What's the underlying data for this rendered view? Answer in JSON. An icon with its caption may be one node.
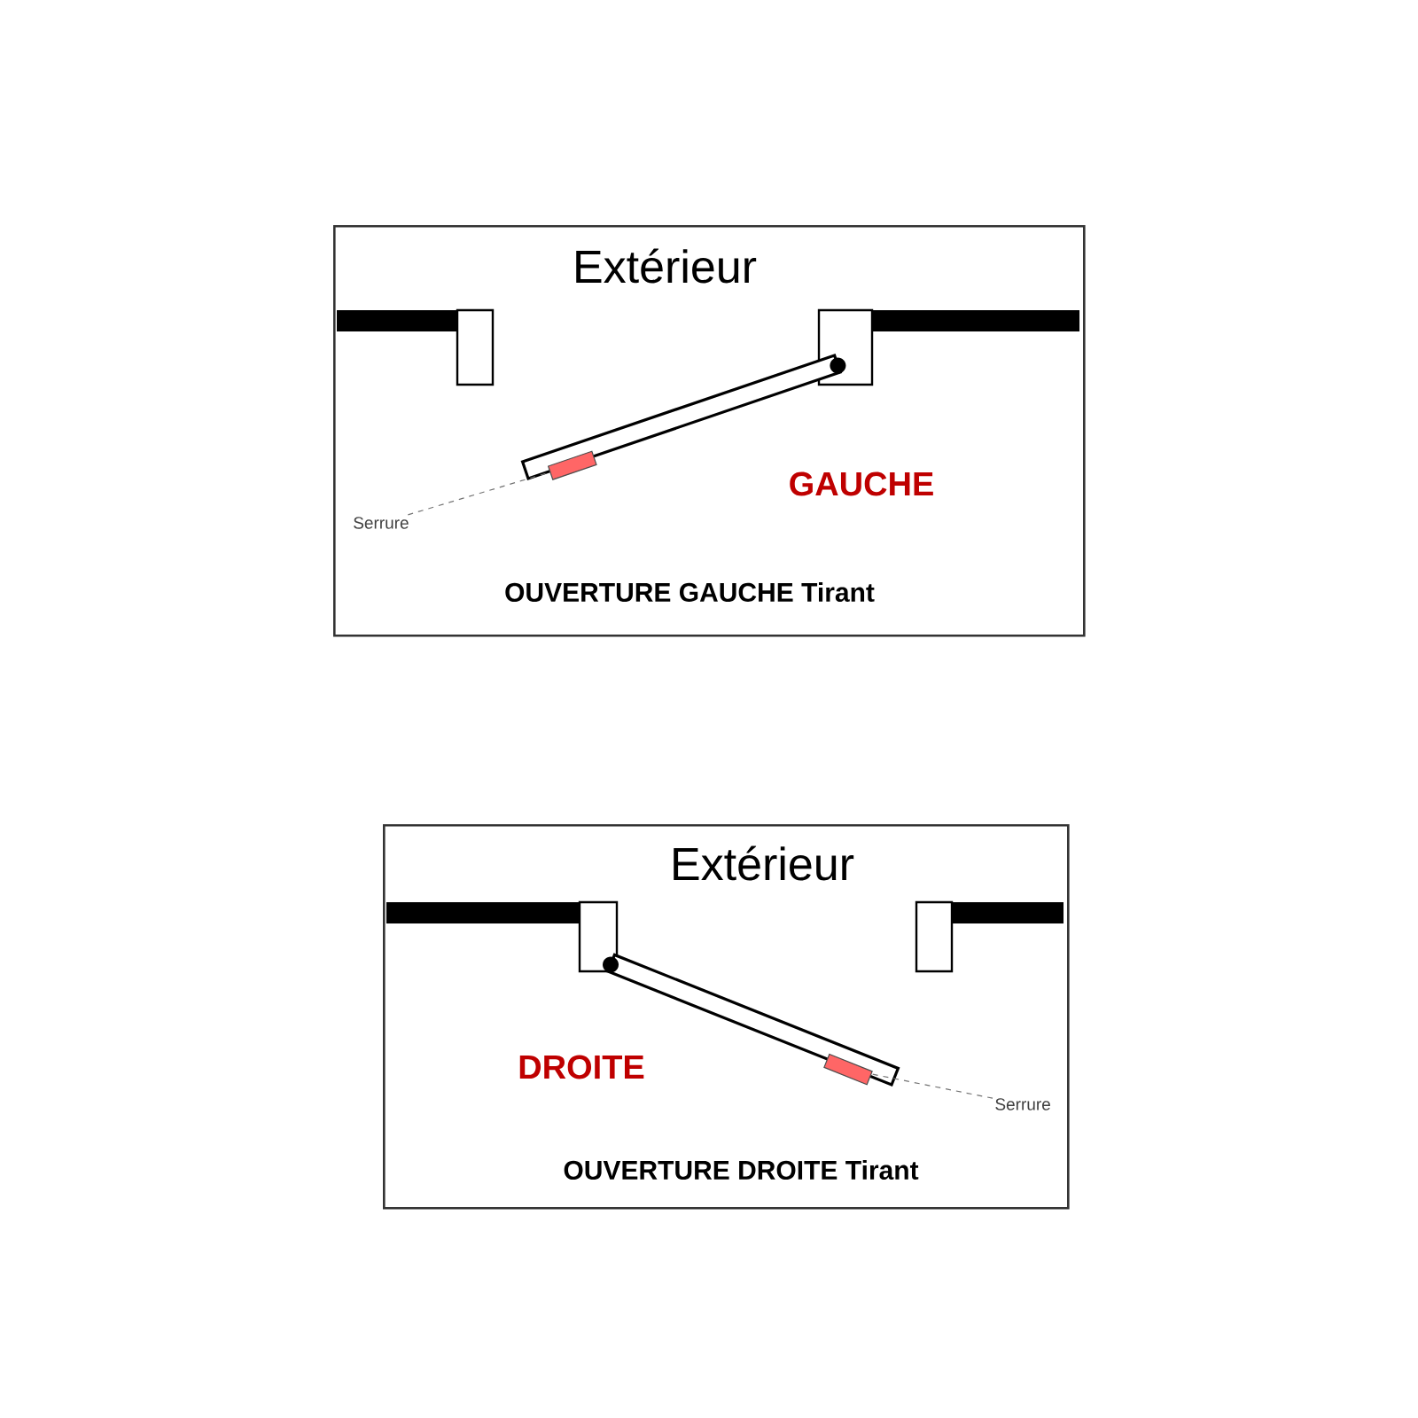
{
  "diagram": {
    "nodes": [
      {
        "text": [
          "Extérieur",
          "GAUCHE",
          "OUVERTURE GAUCHE Tirant"
        ]
      },
      {
        "text": [
          "Serrure"
        ],
        "in": 0
      },
      {
        "text": [],
        "shape": "box",
        "in": 0
      },
      {
        "text": [
          "Extérieur",
          "DROITE",
          "OUVERTURE  DROITE Tirant"
        ]
      },
      {
        "text": [],
        "shape": "box",
        "in": 3
      },
      {
        "text": [
          "Serrure"
        ],
        "in": 3
      }
    ],
    "edges": [
      {
        "from": 1,
        "to": 2,
        "arrow": "none",
        "style": "dashed"
      },
      {
        "from": 5,
        "to": 4,
        "arrow": "none",
        "style": "dashed"
      }
    ]
  }
}
